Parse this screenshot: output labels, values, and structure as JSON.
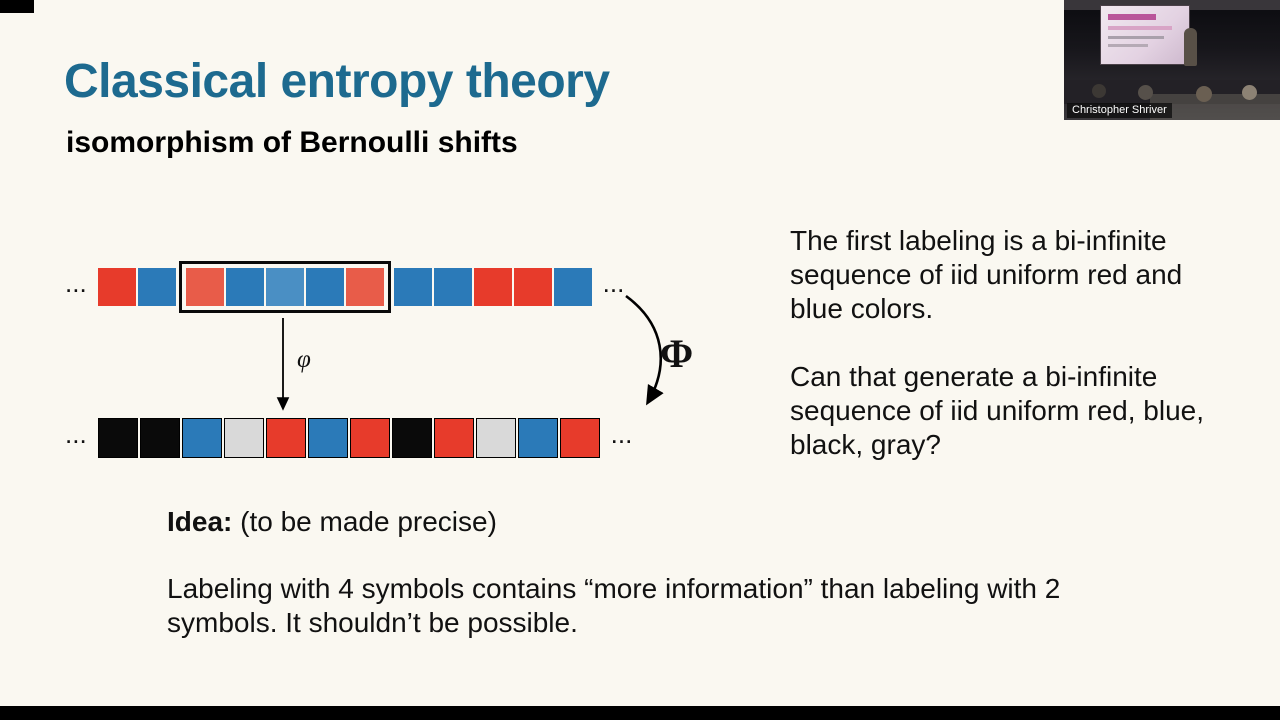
{
  "slide": {
    "title": "Classical entropy theory",
    "subtitle": "isomorphism of Bernoulli shifts",
    "paragraphs": {
      "first": "The first labeling is a bi-infinite sequence of iid uniform red and blue colors.",
      "second": "Can that generate a bi-infinite sequence of iid uniform red, blue, black, gray?"
    },
    "idea": {
      "label": "Idea:",
      "text": "(to be made precise)"
    },
    "conclusion": "Labeling with 4 symbols contains “more information” than labeling with 2 symbols. It shouldn’t be possible.",
    "diagram": {
      "ellipsis": "...",
      "phi_label": "φ",
      "big_phi_label": "Φ",
      "top_row_cells": [
        "red",
        "blue",
        "red_light",
        "blue",
        "blue_light",
        "blue",
        "red_light",
        "blue",
        "blue",
        "red",
        "red",
        "blue"
      ],
      "top_row_boxed": [
        2,
        6
      ],
      "bottom_row_cells": [
        "black",
        "black",
        "blue",
        "gray",
        "red",
        "blue",
        "red",
        "black",
        "red",
        "gray",
        "blue",
        "red"
      ]
    },
    "colors": {
      "title": "#1d6a8f",
      "red": "#e73b2b",
      "red_light": "#e85c49",
      "blue": "#2b7ab8",
      "blue_light": "#4a8fc4",
      "black": "#0a0a0a",
      "gray": "#d9d9d9"
    }
  },
  "webcam": {
    "presenter_name": "Christopher Shriver"
  }
}
